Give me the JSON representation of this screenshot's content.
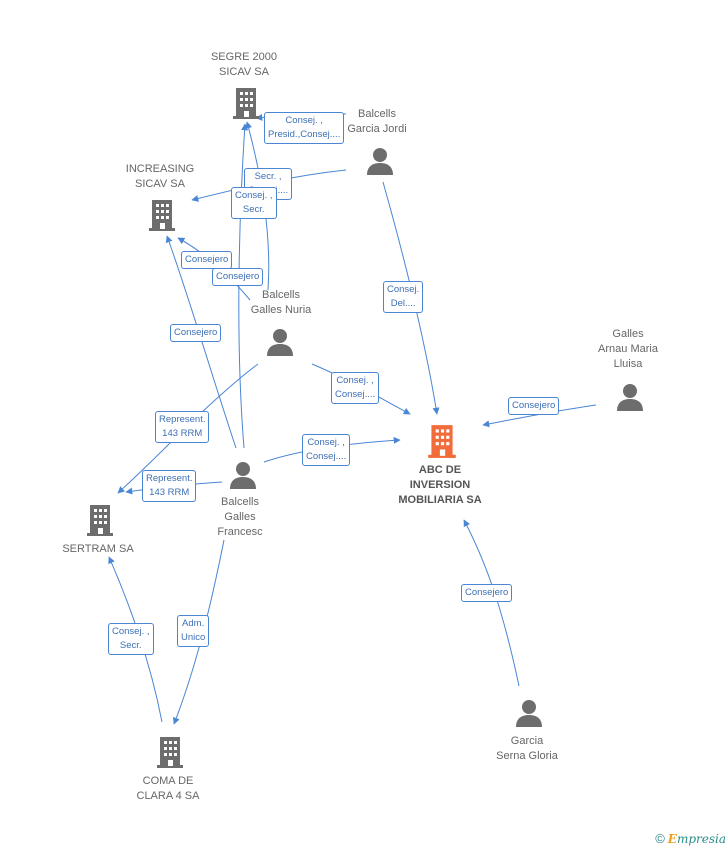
{
  "colors": {
    "edge": "#4a86d4",
    "building_gray": "#6d6d6d",
    "building_highlight": "#f26b3a",
    "person": "#6d6d6d"
  },
  "nodes": {
    "segre": {
      "label1": "SEGRE 2000",
      "label2": "SICAV SA",
      "icon": "building-icon"
    },
    "increasing": {
      "label1": "INCREASING",
      "label2": "SICAV SA",
      "icon": "building-icon"
    },
    "balcells_garcia": {
      "label1": "Balcells",
      "label2": "Garcia Jordi",
      "icon": "person-icon"
    },
    "balcells_nuria": {
      "label1": "Balcells",
      "label2": "Galles Nuria",
      "icon": "person-icon"
    },
    "galles_arnau": {
      "label1": "Galles",
      "label2": "Arnau Maria",
      "label3": "Lluisa",
      "icon": "person-icon"
    },
    "abc": {
      "label1": "ABC DE",
      "label2": "INVERSION",
      "label3": "MOBILIARIA SA",
      "icon": "building-icon"
    },
    "balcells_francesc": {
      "label1": "Balcells",
      "label2": "Galles",
      "label3": "Francesc",
      "icon": "person-icon"
    },
    "sertram": {
      "label1": "SERTRAM SA",
      "icon": "building-icon"
    },
    "coma": {
      "label1": "COMA DE",
      "label2": "CLARA 4 SA",
      "icon": "building-icon"
    },
    "garcia_serna": {
      "label1": "Garcia",
      "label2": "Serna Gloria",
      "icon": "person-icon"
    }
  },
  "edges": {
    "e1": {
      "line1": "Consej. ,",
      "line2": "Presid.,Consej...."
    },
    "e2": {
      "line1": "Secr. ,",
      "line2": "Consej...."
    },
    "e3": {
      "line1": "Consej. ,",
      "line2": "Secr."
    },
    "e4": {
      "line1": "Consejero"
    },
    "e5": {
      "line1": "Consejero"
    },
    "e6": {
      "line1": "Consejero"
    },
    "e7": {
      "line1": "Consej.",
      "line2": "Del...."
    },
    "e8": {
      "line1": "Consej. ,",
      "line2": "Consej...."
    },
    "e9": {
      "line1": "Consejero"
    },
    "e10": {
      "line1": "Represent.",
      "line2": "143 RRM"
    },
    "e11": {
      "line1": "Represent.",
      "line2": "143 RRM"
    },
    "e12": {
      "line1": "Consej. ,",
      "line2": "Consej...."
    },
    "e13": {
      "line1": "Consej. ,",
      "line2": "Secr."
    },
    "e14": {
      "line1": "Adm.",
      "line2": "Unico"
    },
    "e15": {
      "line1": "Consejero"
    }
  },
  "brand": {
    "copyright": "©",
    "e": "E",
    "rest": "mpresia"
  }
}
